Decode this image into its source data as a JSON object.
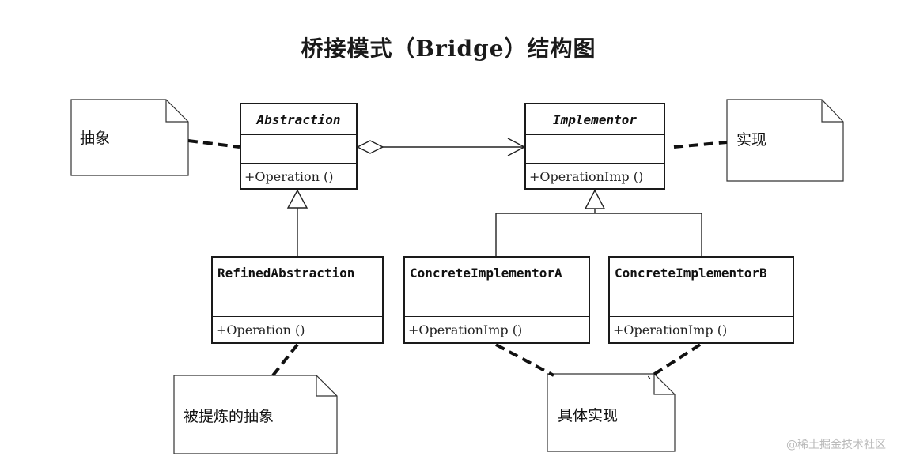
{
  "title": "桥接模式（Bridge）结构图",
  "classes": {
    "abstraction": {
      "name": "Abstraction",
      "operation": "+Operation ()"
    },
    "implementor": {
      "name": "Implementor",
      "operation": "+OperationImp ()"
    },
    "refined": {
      "name": "RefinedAbstraction",
      "operation": "+Operation ()"
    },
    "concrete_a": {
      "name": "ConcreteImplementorA",
      "operation": "+OperationImp ()"
    },
    "concrete_b": {
      "name": "ConcreteImplementorB",
      "operation": "+OperationImp ()"
    }
  },
  "notes": {
    "abstraction": "抽象",
    "implementor": "实现",
    "refined": "被提炼的抽象",
    "concrete": "具体实现"
  },
  "watermark": "@稀土掘金技术社区"
}
